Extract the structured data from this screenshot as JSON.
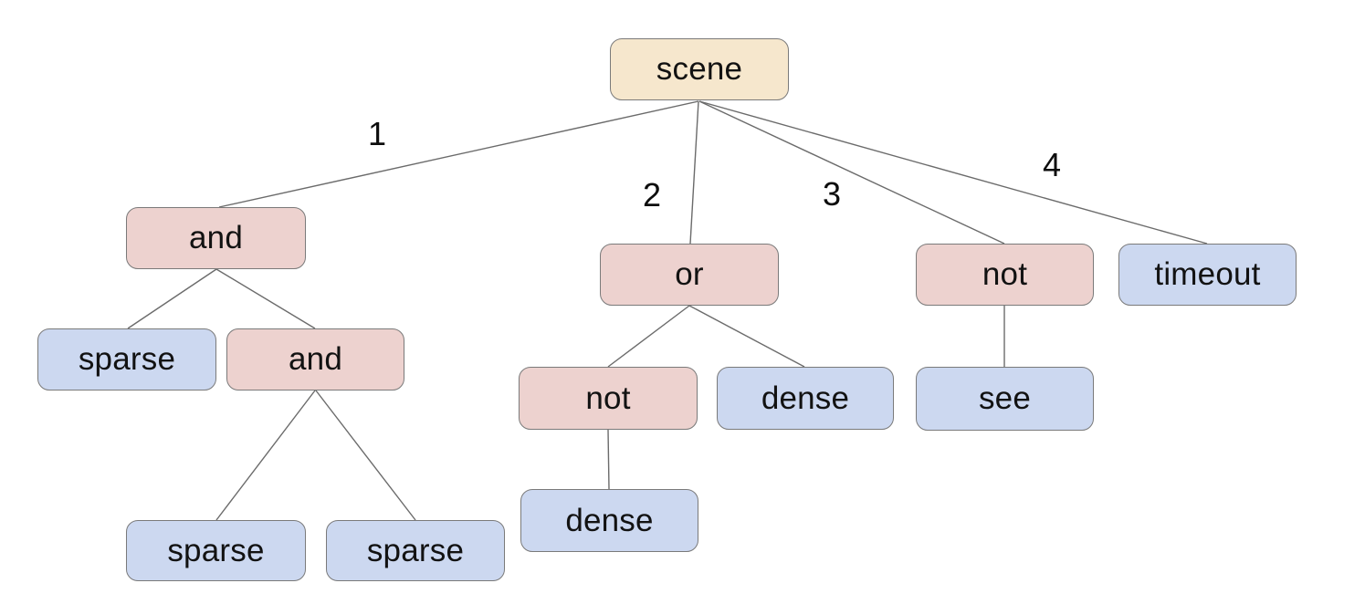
{
  "colors": {
    "root_fill": "#f6e7cd",
    "operator_fill": "#edd2cf",
    "leaf_fill": "#ccd8f0",
    "node_border": "#7a7a7a",
    "edge_line": "#6b6b6b",
    "background": "#ffffff"
  },
  "nodes": {
    "scene": {
      "label": "scene",
      "role": "root"
    },
    "and1": {
      "label": "and",
      "role": "operator"
    },
    "sparse1": {
      "label": "sparse",
      "role": "leaf"
    },
    "and2": {
      "label": "and",
      "role": "operator"
    },
    "sparse2": {
      "label": "sparse",
      "role": "leaf"
    },
    "sparse3": {
      "label": "sparse",
      "role": "leaf"
    },
    "or1": {
      "label": "or",
      "role": "operator"
    },
    "not1": {
      "label": "not",
      "role": "operator"
    },
    "dense1": {
      "label": "dense",
      "role": "leaf"
    },
    "dense2": {
      "label": "dense",
      "role": "leaf"
    },
    "not2": {
      "label": "not",
      "role": "operator"
    },
    "see1": {
      "label": "see",
      "role": "leaf"
    },
    "timeout1": {
      "label": "timeout",
      "role": "leaf"
    }
  },
  "edges": [
    {
      "from": "scene",
      "to": "and1",
      "label": "1"
    },
    {
      "from": "scene",
      "to": "or1",
      "label": "2"
    },
    {
      "from": "scene",
      "to": "not2",
      "label": "3"
    },
    {
      "from": "scene",
      "to": "timeout1",
      "label": "4"
    },
    {
      "from": "and1",
      "to": "sparse1"
    },
    {
      "from": "and1",
      "to": "and2"
    },
    {
      "from": "and2",
      "to": "sparse2"
    },
    {
      "from": "and2",
      "to": "sparse3"
    },
    {
      "from": "or1",
      "to": "not1"
    },
    {
      "from": "or1",
      "to": "dense1"
    },
    {
      "from": "not1",
      "to": "dense2"
    },
    {
      "from": "not2",
      "to": "see1"
    }
  ]
}
